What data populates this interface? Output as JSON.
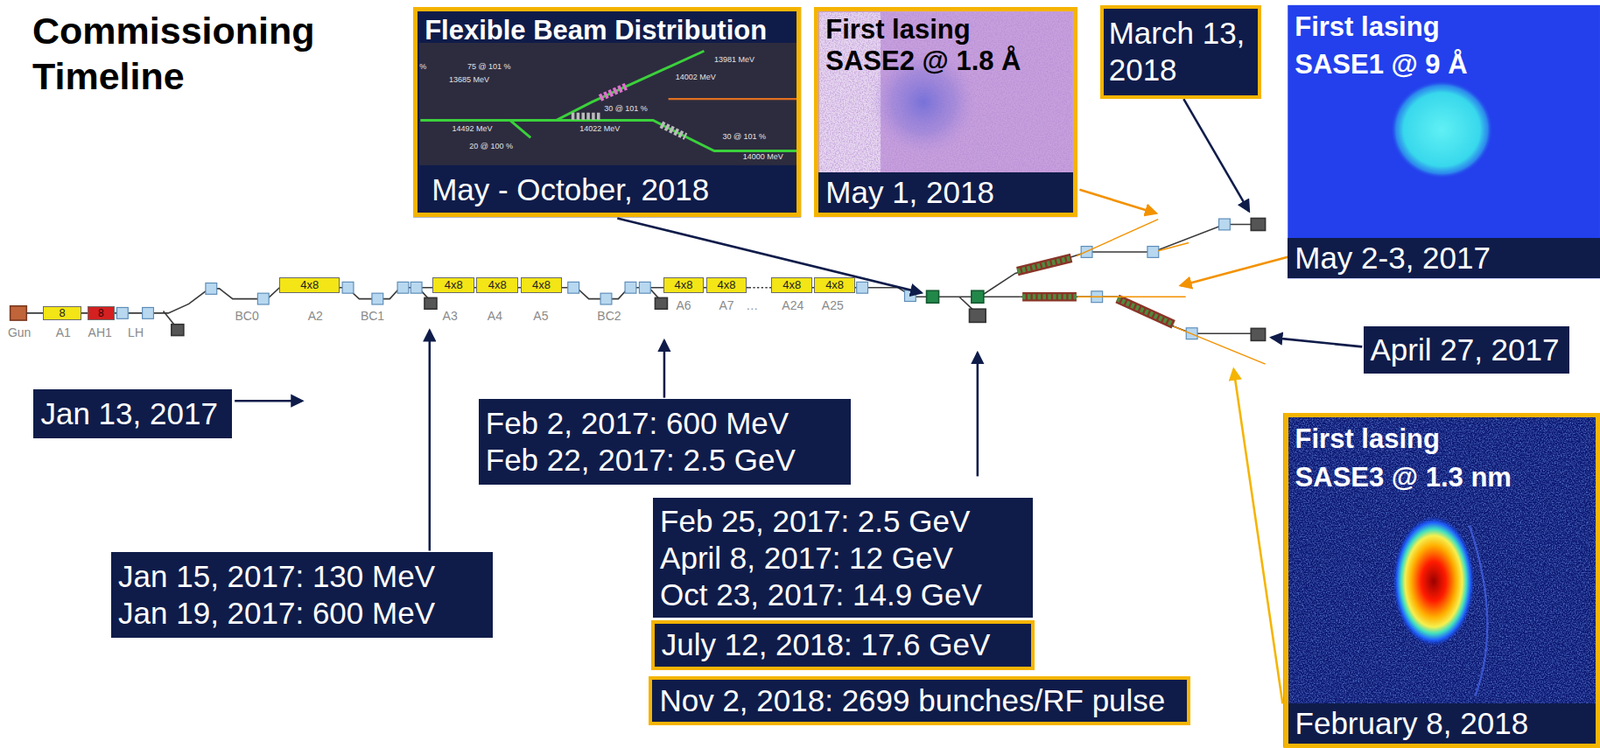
{
  "diagram": {
    "title": "Commissioning Timeline",
    "nodes": [
      {
        "text": [
          "Flexible Beam Distribution",
          "May - October, 2018"
        ]
      },
      {
        "text": [
          "First lasing SASE2 @ 1.8 Å",
          "May 1, 2018"
        ]
      },
      {
        "text": [
          "March 13, 2018"
        ]
      },
      {
        "text": [
          "First lasing SASE1 @ 9 Å",
          "May 2-3, 2017"
        ]
      },
      {
        "text": [
          "8"
        ]
      },
      {
        "text": [
          "8"
        ]
      },
      {
        "text": [
          "4x8"
        ]
      },
      {
        "text": [
          "4x8"
        ]
      },
      {
        "text": [
          "4x8"
        ]
      },
      {
        "text": [
          "4x8"
        ]
      },
      {
        "text": [
          "4x8"
        ]
      },
      {
        "text": [
          "4x8"
        ]
      },
      {
        "text": [
          "4x8"
        ]
      },
      {
        "text": [
          "4x8"
        ]
      },
      {
        "text": [
          "April 27, 2017"
        ]
      },
      {
        "text": [
          "Jan 13, 2017"
        ]
      },
      {
        "text": [
          "Feb 2, 2017: 600 MeV",
          "Feb 22, 2017: 2.5 GeV"
        ]
      },
      {
        "text": [
          "First lasing SASE3 @ 1.3 nm",
          "February 8, 2018"
        ]
      },
      {
        "text": [
          "Feb 25, 2017: 2.5 GeV",
          "April 8, 2017: 12 GeV",
          "Oct 23, 2017: 14.9 GeV"
        ]
      },
      {
        "text": [
          "Jan 15, 2017: 130 MeV",
          "Jan 19, 2017: 600 MeV"
        ]
      },
      {
        "text": [
          "July 12, 2018: 17.6 GeV"
        ]
      },
      {
        "text": [
          "Nov 2, 2018: 2699 bunches/RF pulse"
        ]
      }
    ],
    "labels": [
      "Gun",
      "A1",
      "AH1",
      "LH",
      "BC0",
      "A2",
      "BC1",
      "A3",
      "A4",
      "A5",
      "BC2",
      "A6",
      "A7",
      "…",
      "A24",
      "A25",
      "%",
      "75 @ 101 %",
      "13685 MeV",
      "13981 MeV",
      "14002 MeV",
      "30 @ 101 %",
      "14492 MeV",
      "14022 MeV",
      "30 @ 101 %",
      "20 @ 100 %",
      "14000 MeV"
    ]
  }
}
